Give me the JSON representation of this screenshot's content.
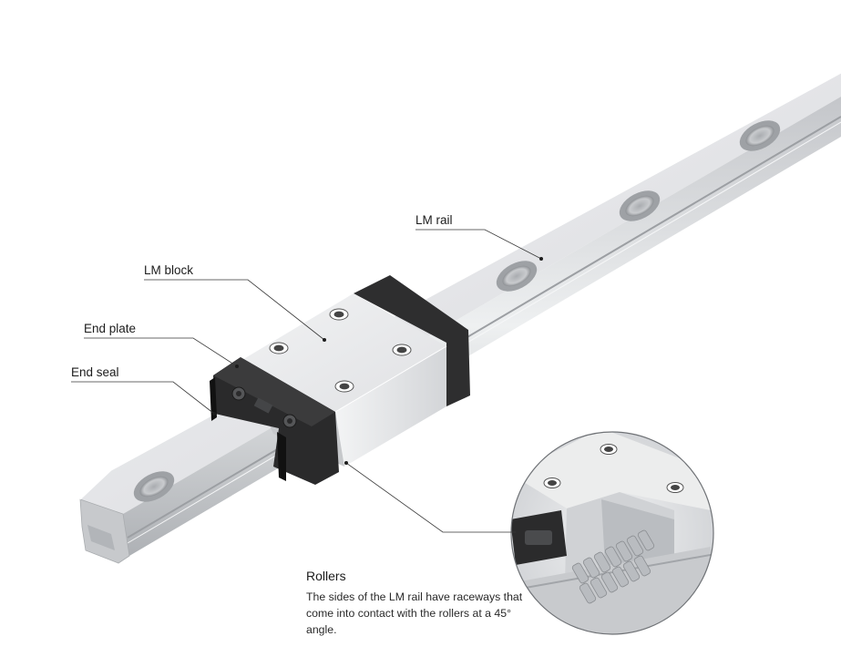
{
  "labels": {
    "lm_rail": "LM rail",
    "lm_block": "LM block",
    "end_plate": "End plate",
    "end_seal": "End seal"
  },
  "callout": {
    "title": "Rollers",
    "text": "The sides of the LM rail have raceways that come into contact with the rollers at a 45° angle."
  },
  "colors": {
    "rail": "#d9dadd",
    "block": "#e6e7e9",
    "end_plate": "#2b2b2b",
    "text": "#1c1c1c"
  }
}
